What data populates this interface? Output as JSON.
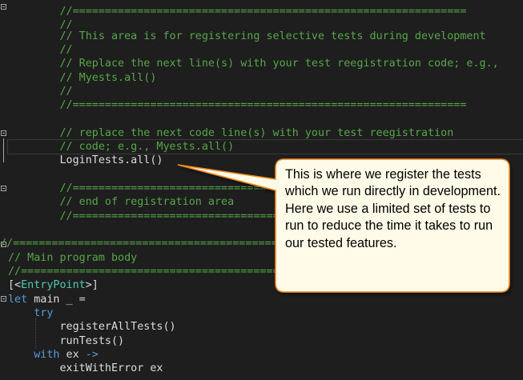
{
  "code_lines": [
    "        //=============================================================",
    "        //",
    "        // This area is for registering selective tests during development",
    "        //",
    "        // Replace the next line(s) with your test reegistration code; e.g.,",
    "        // Myests.all()",
    "        //",
    "        //=============================================================",
    "",
    "        // replace the next code line(s) with your test reegistration",
    "        // code; e.g., Myests.all()",
    "        LoginTests.all()",
    "",
    "        //=============================================================",
    "        // end of registration area",
    "        //=============================================================",
    "",
    "//=====================================================================",
    "// Main program body",
    "//=====================================================================",
    "[<EntryPoint>]",
    "let main _ =",
    "    try",
    "        registerAllTests()",
    "        runTests()",
    "    with ex ->",
    "        exitWithError ex"
  ],
  "code_tokens": {
    "entry_open": "[<",
    "entry_name": "EntryPoint",
    "entry_close": ">]",
    "let_keyword": "let",
    "main_rest": " main _ =",
    "try_indent": "    ",
    "try_keyword": "try",
    "with_indent": "    ",
    "with_keyword": "with",
    "with_rest": " ex ",
    "arrow": "->"
  },
  "callout": {
    "text": "This is where we register the tests which we run directly in development. Here we use a limited set of tests to run to reduce the time it takes to run our tested features.",
    "fill_color": "#fffbe8",
    "border_color": "#f08a24"
  },
  "colors": {
    "background": "#1e1e1e",
    "comment": "#57a64a",
    "keyword": "#569cd6",
    "attribute": "#4ec9b0",
    "text": "#dcdcdc"
  }
}
